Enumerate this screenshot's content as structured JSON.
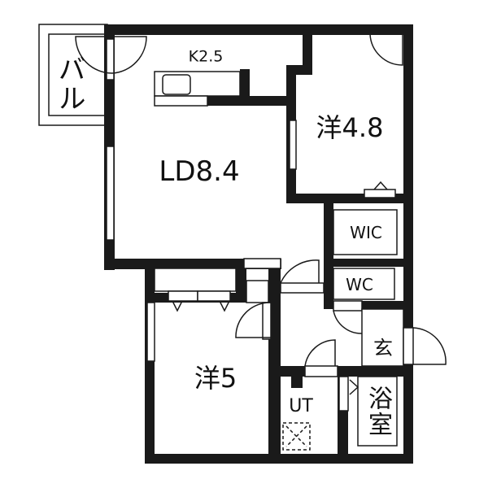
{
  "rooms": {
    "balcony": "バル",
    "kitchen": "K2.5",
    "living_dining": "LD8.4",
    "western_room_1": "洋4.8",
    "walk_in_closet": "WIC",
    "toilet": "WC",
    "western_room_2": "洋5",
    "entrance": "玄",
    "utility": "UT",
    "bathroom": "浴室"
  },
  "colors": {
    "wall": "#1a1a1a",
    "background": "#ffffff"
  }
}
